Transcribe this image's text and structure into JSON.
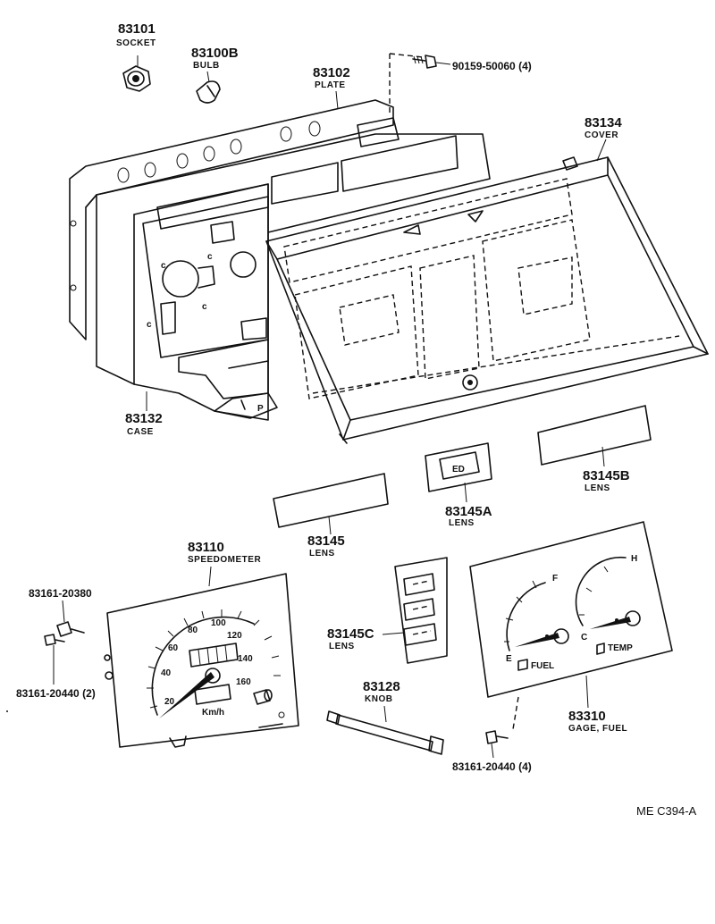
{
  "labels": {
    "socket_num": "83101",
    "socket_name": "SOCKET",
    "bulb_num": "83100B",
    "bulb_name": "BULB",
    "plate_num": "83102",
    "plate_name": "PLATE",
    "screw_top": "90159-50060 (4)",
    "cover_num": "83134",
    "cover_name": "COVER",
    "case_num": "83132",
    "case_name": "CASE",
    "lens_a_num": "83145A",
    "lens_a_name": "LENS",
    "lens_b_num": "83145B",
    "lens_b_name": "LENS",
    "lens_num": "83145",
    "lens_name": "LENS",
    "speedo_num": "83110",
    "speedo_name": "SPEEDOMETER",
    "screw_speedo_top": "83161-20380",
    "screw_speedo_bottom": "83161-20440 (2)",
    "lens_c_num": "83145C",
    "lens_c_name": "LENS",
    "knob_num": "83128",
    "knob_name": "KNOB",
    "gage_num": "83310",
    "gage_name": "GAGE, FUEL",
    "screw_gage": "83161-20440 (4)",
    "ref_code": "ME  C394-A"
  },
  "speedometer": {
    "dial_labels": [
      "20",
      "40",
      "60",
      "80",
      "100",
      "120",
      "140",
      "160"
    ],
    "unit": "Km/h"
  },
  "gage": {
    "fuel_full": "F",
    "fuel_empty": "E",
    "fuel_label": "FUEL",
    "temp_hot": "H",
    "temp_cold": "C",
    "temp_label": "TEMP"
  },
  "lens_a_text": "ED"
}
